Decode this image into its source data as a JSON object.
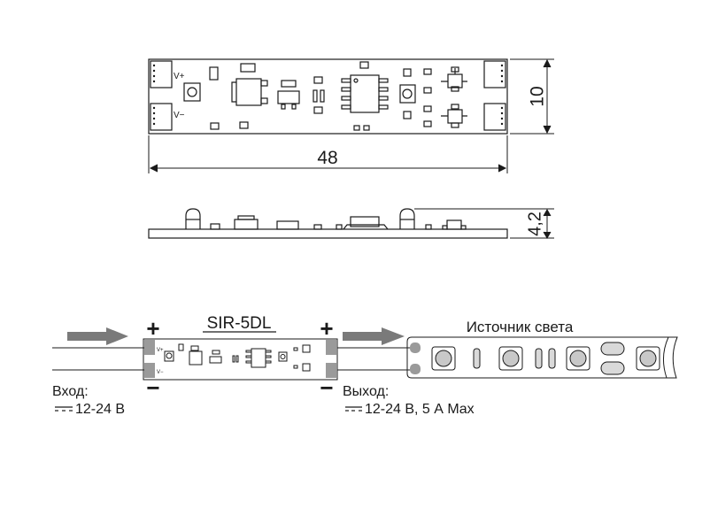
{
  "top_view": {
    "pin_labels": [
      "V+",
      "V−"
    ],
    "dim_length": "48",
    "dim_width": "10"
  },
  "side_view": {
    "dim_height": "4,2"
  },
  "wiring": {
    "title": "SIR-5DL",
    "light_source_label": "Источник света",
    "plus_in": "+",
    "minus_in": "−",
    "plus_out": "+",
    "minus_out": "−",
    "mini_pin_labels": [
      "V+",
      "V−"
    ],
    "input": {
      "label": "Вход:",
      "dc_symbol": "⎓",
      "value": "12-24 В"
    },
    "output": {
      "label": "Выход:",
      "dc_symbol": "⎓",
      "value": "12-24 В, 5 А Max"
    }
  },
  "colors": {
    "line": "#1a1a1a",
    "arrow": "#7a7a7a",
    "pad": "#9a9a9a",
    "led_fill": "#c8c8c8",
    "cap_fill": "#d9d9d9"
  }
}
